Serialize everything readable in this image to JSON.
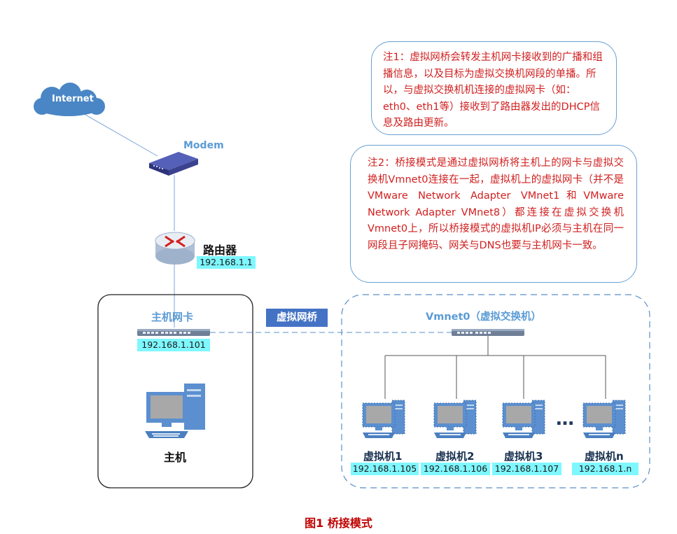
{
  "internet": {
    "label": "Internet",
    "icon": "cloud-icon"
  },
  "modem": {
    "label": "Modem",
    "icon": "modem-icon"
  },
  "router": {
    "label": "路由器",
    "ip": "192.168.1.1",
    "icon": "router-icon"
  },
  "host": {
    "nic_label": "主机网卡",
    "nic_ip": "192.168.1.101",
    "label": "主机",
    "icon": "computer-icon"
  },
  "bridge_label": "虚拟网桥",
  "vswitch": {
    "label": "Vmnet0（虚拟交换机）",
    "icon": "switch-icon"
  },
  "vms": [
    {
      "label": "虚拟机1",
      "ip": "192.168.1.105"
    },
    {
      "label": "虚拟机2",
      "ip": "192.168.1.106"
    },
    {
      "label": "虚拟机3",
      "ip": "192.168.1.107"
    },
    {
      "label": "虚拟机n",
      "ip": "192.168.1.n"
    }
  ],
  "ellipsis": "…",
  "notes": {
    "note1": "注1：虚拟网桥会转发主机网卡接收到的广播和组播信息，以及目标为虚拟交换机网段的单播。所以，与虚拟交换机机连接的虚拟网卡（如：eth0、eth1等）接收到了路由器发出的DHCP信息及路由更新。",
    "note2": "注2：桥接模式是通过虚拟网桥将主机上的网卡与虚拟交换机Vmnet0连接在一起，虚拟机上的虚拟网卡（并不是VMware Network Adapter VMnet1和VMware Network Adapter VMnet8）都连接在虚拟交换机Vmnet0上，所以桥接模式的虚拟机IP必须与主机在同一网段且子网掩码、网关与DNS也要与主机网卡一致。"
  },
  "caption": "图1  桥接模式",
  "colors": {
    "note_border": "#6b9fd4",
    "note_text": "#d11f1f",
    "ip_bg": "#7ef7ff",
    "label_blue": "#5b9bd5",
    "bridge_bg": "#4472c4",
    "caption": "#c00000"
  }
}
